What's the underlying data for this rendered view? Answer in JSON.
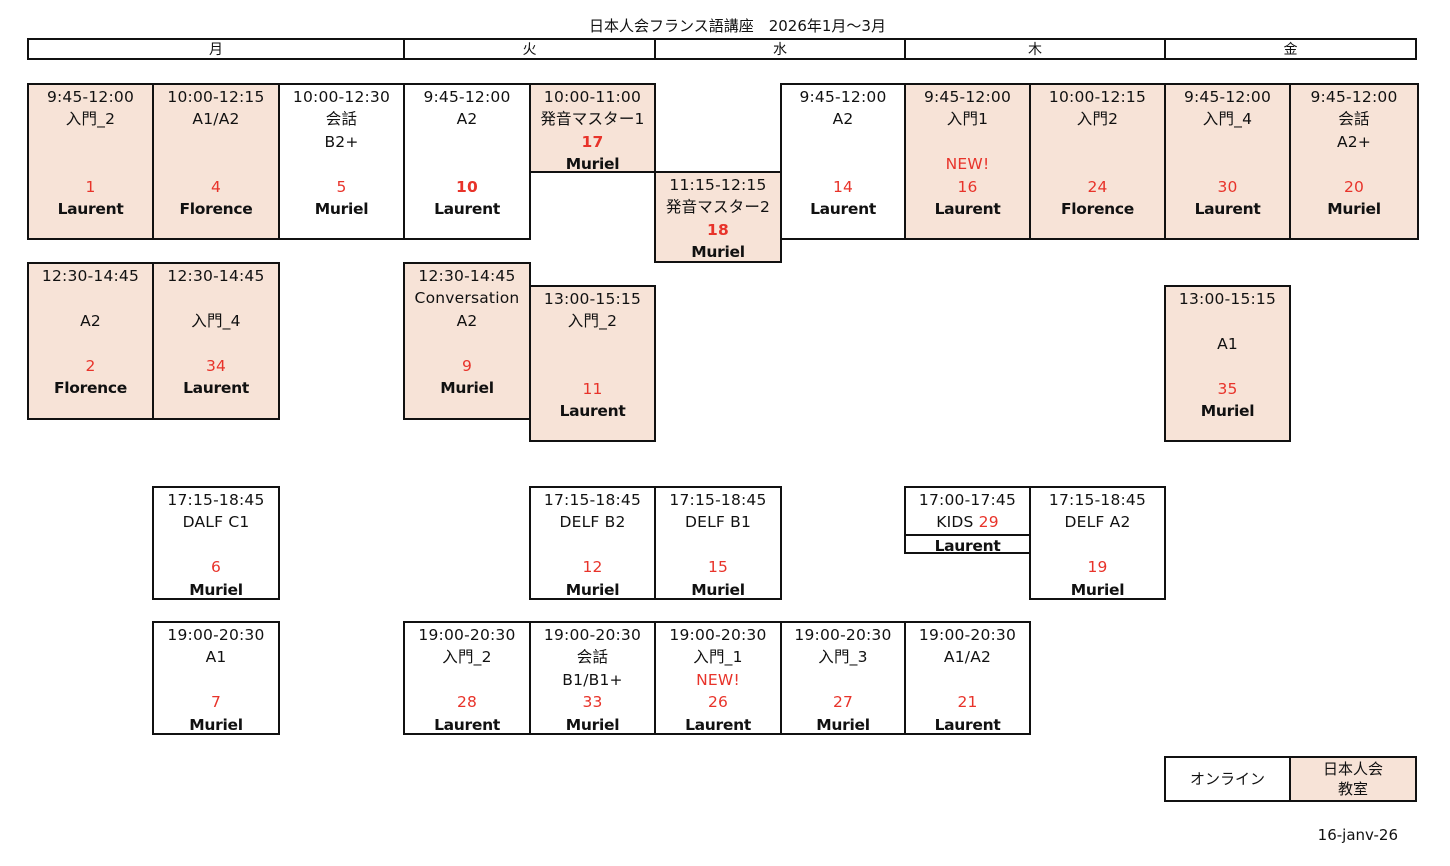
{
  "title": "日本人会フランス語講座　2026年1月〜3月",
  "days": [
    "月",
    "火",
    "水",
    "木",
    "金"
  ],
  "fill_color": "#f7e3d7",
  "number_color": "#e8332a",
  "cells": [
    {
      "fill": true,
      "lines": [
        [
          "9:45-12:00"
        ],
        [
          "入門_2"
        ],
        [
          ""
        ],
        [
          ""
        ],
        [
          "1",
          "red"
        ],
        [
          "Laurent",
          "bold"
        ]
      ]
    },
    {
      "fill": true,
      "lines": [
        [
          "10:00-12:15"
        ],
        [
          "A1/A2"
        ],
        [
          ""
        ],
        [
          ""
        ],
        [
          "4",
          "red"
        ],
        [
          "Florence",
          "bold"
        ]
      ]
    },
    {
      "fill": false,
      "lines": [
        [
          "10:00-12:30"
        ],
        [
          "会話"
        ],
        [
          "B2+"
        ],
        [
          ""
        ],
        [
          "5",
          "red"
        ],
        [
          "Muriel",
          "bold"
        ]
      ]
    },
    {
      "fill": false,
      "lines": [
        [
          "9:45-12:00"
        ],
        [
          "A2"
        ],
        [
          ""
        ],
        [
          ""
        ],
        [
          "10",
          "bn"
        ],
        [
          "Laurent",
          "bold"
        ]
      ]
    },
    {
      "fill": true,
      "lines": [
        [
          "10:00-11:00"
        ],
        [
          "発音マスター1"
        ],
        [
          "17",
          "bn"
        ],
        [
          "Muriel",
          "bold"
        ]
      ]
    },
    {
      "fill": true,
      "lines": [
        [
          "11:15-12:15"
        ],
        [
          "発音マスター2"
        ],
        [
          "18",
          "bn"
        ],
        [
          "Muriel",
          "bold"
        ]
      ]
    },
    {
      "fill": false,
      "lines": [
        [
          "9:45-12:00"
        ],
        [
          "A2"
        ],
        [
          ""
        ],
        [
          ""
        ],
        [
          "14",
          "red"
        ],
        [
          "Laurent",
          "bold"
        ]
      ]
    },
    {
      "fill": true,
      "lines": [
        [
          "9:45-12:00"
        ],
        [
          "入門1"
        ],
        [
          ""
        ],
        [
          "NEW!",
          "red"
        ],
        [
          "16",
          "red"
        ],
        [
          "Laurent",
          "bold"
        ]
      ]
    },
    {
      "fill": true,
      "lines": [
        [
          "10:00-12:15"
        ],
        [
          "入門2"
        ],
        [
          ""
        ],
        [
          ""
        ],
        [
          "24",
          "red"
        ],
        [
          "Florence",
          "bold"
        ]
      ]
    },
    {
      "fill": true,
      "lines": [
        [
          "9:45-12:00"
        ],
        [
          "入門_4"
        ],
        [
          ""
        ],
        [
          ""
        ],
        [
          "30",
          "red"
        ],
        [
          "Laurent",
          "bold"
        ]
      ]
    },
    {
      "fill": true,
      "lines": [
        [
          "9:45-12:00"
        ],
        [
          "会話"
        ],
        [
          "A2+"
        ],
        [
          ""
        ],
        [
          "20",
          "red"
        ],
        [
          "Muriel",
          "bold"
        ]
      ]
    },
    {
      "fill": true,
      "lines": [
        [
          "12:30-14:45"
        ],
        [
          ""
        ],
        [
          "A2"
        ],
        [
          ""
        ],
        [
          "2",
          "red"
        ],
        [
          "Florence",
          "bold"
        ]
      ]
    },
    {
      "fill": true,
      "lines": [
        [
          "12:30-14:45"
        ],
        [
          ""
        ],
        [
          "入門_4"
        ],
        [
          ""
        ],
        [
          "34",
          "red"
        ],
        [
          "Laurent",
          "bold"
        ]
      ]
    },
    {
      "fill": true,
      "lines": [
        [
          "12:30-14:45"
        ],
        [
          "Conversation"
        ],
        [
          "A2"
        ],
        [
          ""
        ],
        [
          "9",
          "red"
        ],
        [
          "Muriel",
          "bold"
        ]
      ]
    },
    {
      "fill": true,
      "lines": [
        [
          "13:00-15:15"
        ],
        [
          "入門_2"
        ],
        [
          ""
        ],
        [
          ""
        ],
        [
          "11",
          "red"
        ],
        [
          "Laurent",
          "bold"
        ]
      ]
    },
    {
      "fill": true,
      "lines": [
        [
          "13:00-15:15"
        ],
        [
          ""
        ],
        [
          "A1"
        ],
        [
          ""
        ],
        [
          "35",
          "red"
        ],
        [
          "Muriel",
          "bold"
        ]
      ]
    },
    {
      "fill": false,
      "lines": [
        [
          "17:15-18:45"
        ],
        [
          "DALF C1"
        ],
        [
          ""
        ],
        [
          "6",
          "red"
        ],
        [
          "Muriel",
          "bold"
        ]
      ]
    },
    {
      "fill": false,
      "lines": [
        [
          "17:15-18:45"
        ],
        [
          "DELF B2"
        ],
        [
          ""
        ],
        [
          "12",
          "red"
        ],
        [
          "Muriel",
          "bold"
        ]
      ]
    },
    {
      "fill": false,
      "lines": [
        [
          "17:15-18:45"
        ],
        [
          "DELF B1"
        ],
        [
          ""
        ],
        [
          "15",
          "red"
        ],
        [
          "Muriel",
          "bold"
        ]
      ]
    },
    {
      "fill": false,
      "kids": true,
      "lines": [
        [
          "17:00-17:45"
        ],
        [
          "KIDS "
        ],
        [
          "29",
          "red"
        ],
        [
          "Laurent",
          "bold"
        ]
      ]
    },
    {
      "fill": false,
      "lines": [
        [
          "17:15-18:45"
        ],
        [
          "DELF A2"
        ],
        [
          ""
        ],
        [
          "19",
          "red"
        ],
        [
          "Muriel",
          "bold"
        ]
      ]
    },
    {
      "fill": false,
      "lines": [
        [
          "19:00-20:30"
        ],
        [
          "A1"
        ],
        [
          ""
        ],
        [
          "7",
          "red"
        ],
        [
          "Muriel",
          "bold"
        ]
      ]
    },
    {
      "fill": false,
      "lines": [
        [
          "19:00-20:30"
        ],
        [
          "入門_2"
        ],
        [
          ""
        ],
        [
          "28",
          "red"
        ],
        [
          "Laurent",
          "bold"
        ]
      ]
    },
    {
      "fill": false,
      "lines": [
        [
          "19:00-20:30"
        ],
        [
          "会話"
        ],
        [
          "B1/B1+"
        ],
        [
          "33",
          "red"
        ],
        [
          "Muriel",
          "bold"
        ]
      ]
    },
    {
      "fill": false,
      "lines": [
        [
          "19:00-20:30"
        ],
        [
          "入門_1"
        ],
        [
          "NEW!",
          "red"
        ],
        [
          "26",
          "red"
        ],
        [
          "Laurent",
          "bold"
        ]
      ]
    },
    {
      "fill": false,
      "lines": [
        [
          "19:00-20:30"
        ],
        [
          "入門_3"
        ],
        [
          ""
        ],
        [
          "27",
          "red"
        ],
        [
          "Muriel",
          "bold"
        ]
      ]
    },
    {
      "fill": false,
      "lines": [
        [
          "19:00-20:30"
        ],
        [
          "A1/A2"
        ],
        [
          ""
        ],
        [
          "21",
          "red"
        ],
        [
          "Laurent",
          "bold"
        ]
      ]
    }
  ],
  "legend": {
    "online": "オンライン",
    "classroom_line1": "日本人会",
    "classroom_line2": "教室"
  },
  "date": "16-janv-26"
}
